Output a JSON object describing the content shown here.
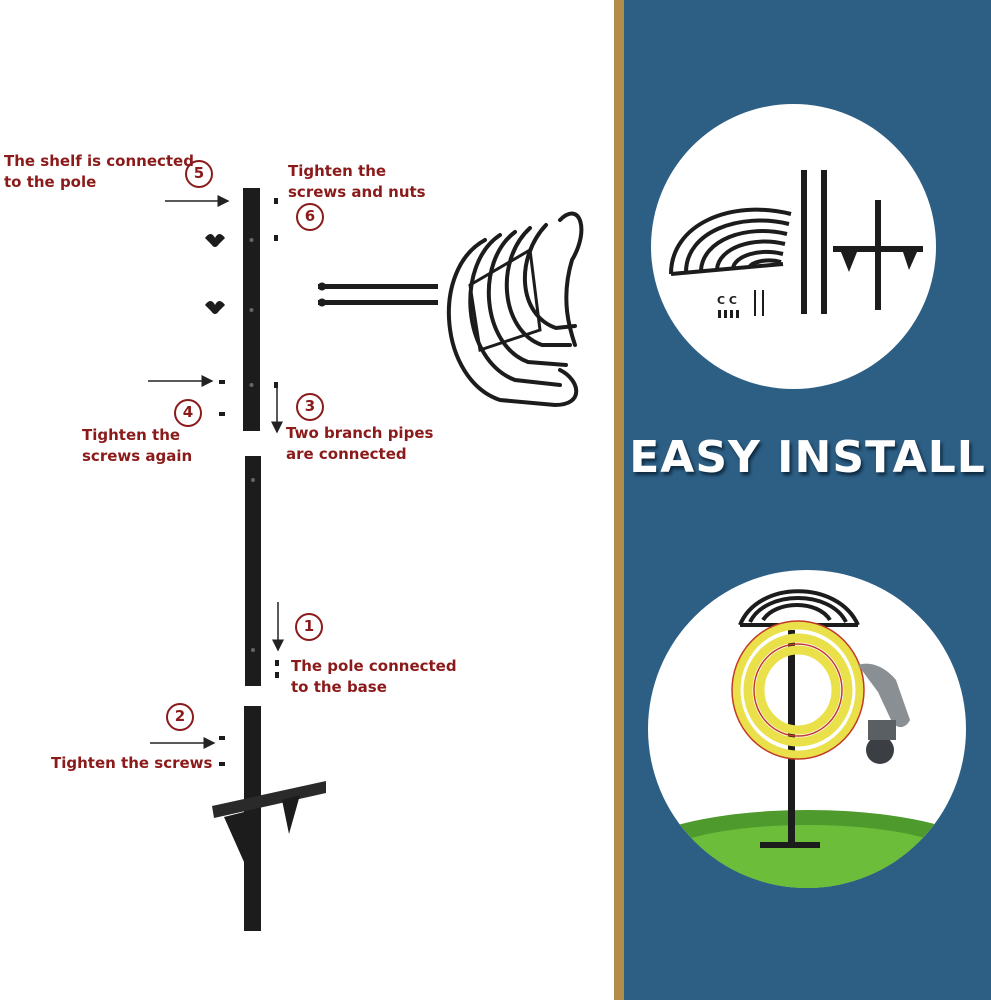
{
  "steps": {
    "s5": {
      "number": "5",
      "label": "The shelf is connected\nto the pole"
    },
    "s6": {
      "number": "6",
      "label": "Tighten the\nscrews and nuts"
    },
    "s4": {
      "number": "4",
      "label": "Tighten the\nscrews again"
    },
    "s3": {
      "number": "3",
      "label": "Two branch pipes\nare connected"
    },
    "s1": {
      "number": "1",
      "label": "The pole connected\nto the base"
    },
    "s2": {
      "number": "2",
      "label": "Tighten the screws"
    }
  },
  "headline": "EASY INSTALL",
  "colors": {
    "step_red": "#8b1a1a",
    "panel_blue": "#2d5f85",
    "gold_strip": "#b28d4a",
    "hose_yellow": "#e9e04a",
    "part_black": "#1c1c1c"
  },
  "icons": [
    "parts-kit-illustration",
    "hose-holder-product-photo"
  ]
}
